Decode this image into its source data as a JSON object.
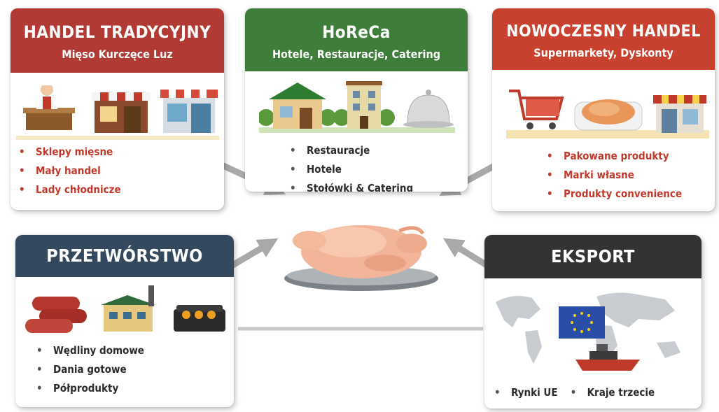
{
  "cards": {
    "handel": {
      "title": "HANDEL TRADYCYJNY",
      "subtitle": "Mięso Kurczęce Luz",
      "color": "#b23a34",
      "items": [
        "Sklepy mięsne",
        "Mały handel",
        "Lady chłodnicze"
      ]
    },
    "horeca": {
      "title": "HoReCa",
      "subtitle": "Hotele, Restauracje, Catering",
      "color": "#3e7d3a",
      "items": [
        "Restauracje",
        "Hotele",
        "Stołówki & Catering"
      ]
    },
    "nowoczesny": {
      "title": "NOWOCZESNY HANDEL",
      "subtitle": "Supermarkety, Dyskonty",
      "color": "#c8412f",
      "items": [
        "Pakowane produkty",
        "Marki własne",
        "Produkty convenience"
      ]
    },
    "przetworstwo": {
      "title": "PRZETWÓRSTWO",
      "color": "#34495e",
      "items": [
        "Wędliny domowe",
        "Dania gotowe",
        "Półprodukty"
      ]
    },
    "eksport": {
      "title": "EKSPORT",
      "color": "#333333",
      "items": [
        "Rynki UE",
        "Kraje trzecie"
      ]
    }
  },
  "bullet": "•",
  "icons": [
    "butcher-icon",
    "shop-icon",
    "storefront-icon",
    "restaurant-icon",
    "hotel-icon",
    "cloche-icon",
    "cart-icon",
    "packaged-chicken-icon",
    "supermarket-icon",
    "sausage-icon",
    "factory-icon",
    "ready-meal-icon",
    "world-map-icon",
    "eu-flag-icon",
    "ship-icon",
    "chicken-icon"
  ]
}
